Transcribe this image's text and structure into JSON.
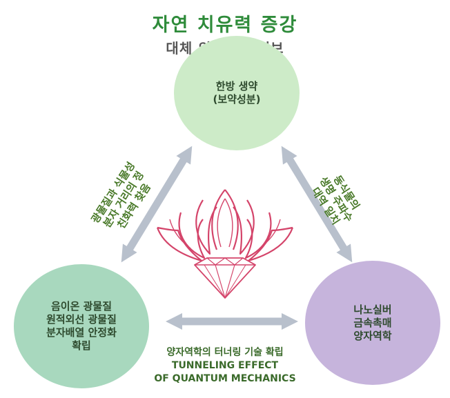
{
  "header": {
    "title": "자연 치유력 증강",
    "subtitle": "대체 의학의 모티브"
  },
  "nodes": {
    "top": {
      "lines": [
        "한방 생약",
        "(보약성분)"
      ]
    },
    "left": {
      "lines": [
        "음이온 광물질",
        "원적외선 광물질",
        "분자배열 안정화",
        "확립"
      ]
    },
    "right": {
      "lines": [
        "나노실버",
        "금속촉매",
        "양자역학"
      ]
    }
  },
  "edges": {
    "left_label": [
      "광물질과 식물성",
      "분자 거리의 정",
      "친화력 찾음"
    ],
    "right_label": [
      "동식물의",
      "생명 주파수",
      "대역 일치"
    ],
    "bottom_label": [
      "양자역학의 터너링 기술 확립",
      "TUNNELING EFFECT",
      "OF QUANTUM MECHANICS"
    ]
  },
  "colors": {
    "title": "#2e8b3a",
    "subtitle": "#555555",
    "top_circle": "#cdebc8",
    "left_circle": "#a8d8be",
    "right_circle": "#c6b4dc",
    "arrow": "#b8c0cc",
    "lotus": "#d4446a"
  },
  "icons": {
    "center": "lotus-diamond-icon",
    "arrows": "double-headed-arrow-icon"
  }
}
